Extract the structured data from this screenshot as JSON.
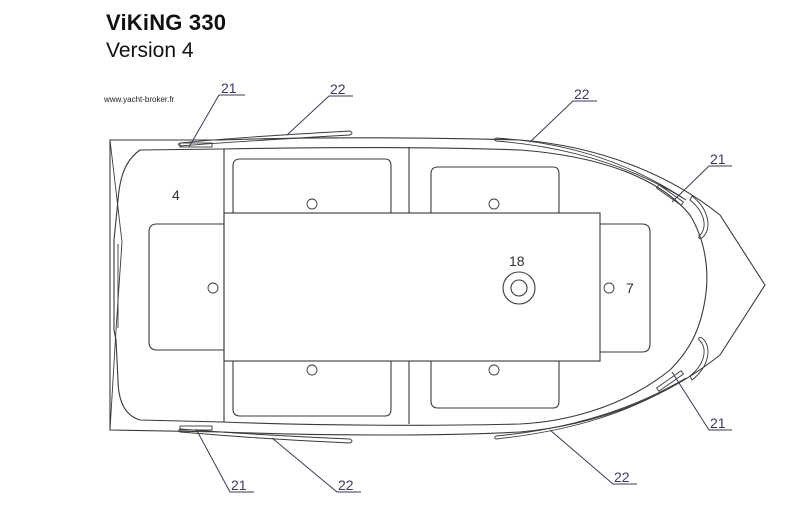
{
  "header": {
    "title": "ViKiNG 330",
    "subtitle": "Version 4",
    "website": "www.yacht-broker.fr"
  },
  "diagram": {
    "type": "boat deck plan (top view)",
    "zone_labels": [
      {
        "id": "4",
        "text": "4",
        "description": "aft deck area"
      },
      {
        "id": "7",
        "text": "7",
        "description": "bow seat"
      },
      {
        "id": "18",
        "text": "18",
        "description": "center round fitting"
      }
    ],
    "callouts": [
      {
        "text": "21",
        "position": "top-left"
      },
      {
        "text": "22",
        "position": "top-center"
      },
      {
        "text": "22",
        "position": "top-right"
      },
      {
        "text": "21",
        "position": "bow-upper"
      },
      {
        "text": "21",
        "position": "bow-lower"
      },
      {
        "text": "21",
        "position": "bottom-left"
      },
      {
        "text": "22",
        "position": "bottom-center"
      },
      {
        "text": "22",
        "position": "bottom-right"
      }
    ],
    "colors": {
      "line": "#3a3a3a",
      "callout_text": "#3b3b66",
      "background": "#ffffff"
    }
  }
}
